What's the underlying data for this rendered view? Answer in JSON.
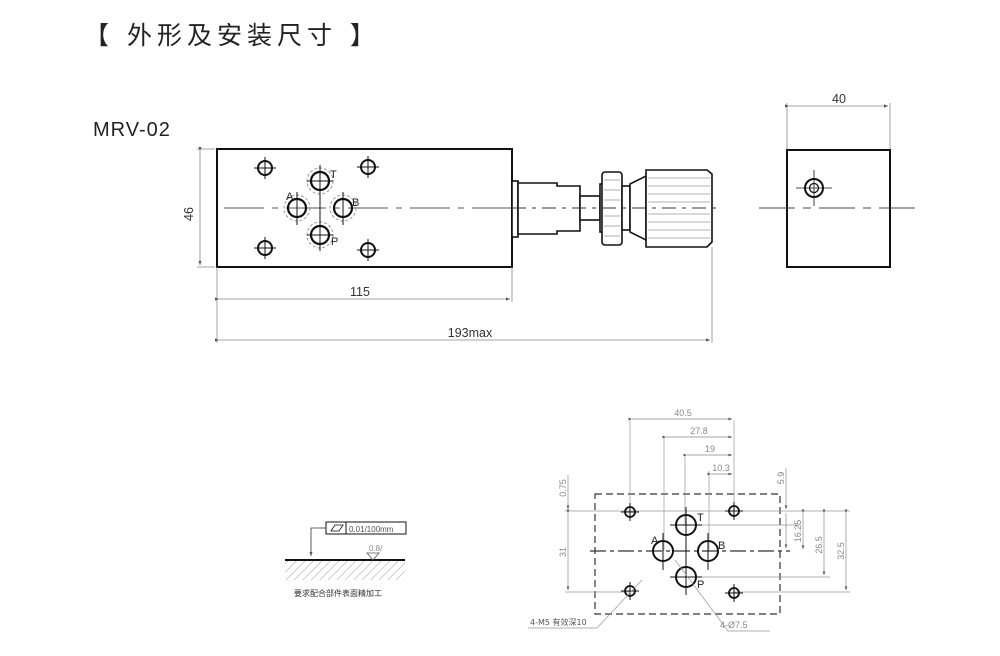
{
  "header": {
    "title": "【 外形及安装尺寸 】"
  },
  "model": "MRV-02",
  "side_view": {
    "height_dim": "46",
    "body_length_dim": "115",
    "overall_length_dim": "193max",
    "port_labels": {
      "A": "A",
      "B": "B",
      "T": "T",
      "P": "P"
    }
  },
  "end_view": {
    "width_dim": "40"
  },
  "surface_spec": {
    "flatness": "0.01/100mm",
    "roughness": "0.8/",
    "note": "要求配合部件表面精加工"
  },
  "mounting_pattern": {
    "dims_horizontal": [
      "40.5",
      "27.8",
      "19",
      "10.3"
    ],
    "dims_vertical_left": [
      "0.75",
      "31"
    ],
    "dims_vertical_right": [
      "5.9",
      "16.25",
      "26.5",
      "32.5"
    ],
    "port_labels": {
      "A": "A",
      "B": "B",
      "T": "T",
      "P": "P"
    },
    "callout_bolt": "4-M5 有效深10",
    "callout_port": "4-Ø7.5"
  }
}
